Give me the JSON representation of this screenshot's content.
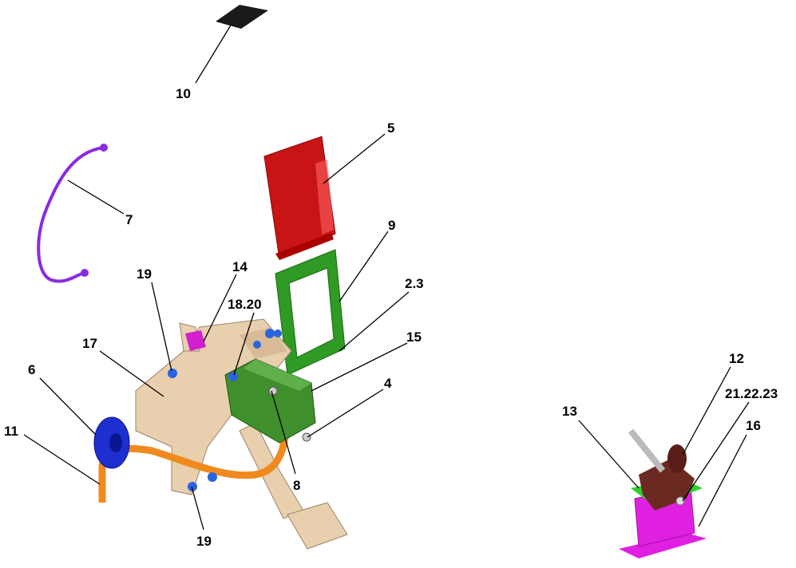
{
  "labels": {
    "l10": "10",
    "l5": "5",
    "l7": "7",
    "l9": "9",
    "l14": "14",
    "l19a": "19",
    "l18_20": "18.20",
    "l2_3": "2.3",
    "l17": "17",
    "l15": "15",
    "l6": "6",
    "l4": "4",
    "l11": "11",
    "l8": "8",
    "l19b": "19",
    "l12": "12",
    "l13": "13",
    "l21_22_23": "21.22.23",
    "l16": "16"
  },
  "colors": {
    "cover": "#c81414",
    "gasket": "#2f9a24",
    "cable": "#8a2be2",
    "bracket": "#e8cfae",
    "valve": "#3f8f2c",
    "wheel": "#1e2fd0",
    "pipe": "#f08a1e",
    "bolt": "#2a64e0",
    "magenta": "#e020e0",
    "brown": "#6a2a22",
    "plate": "#1a1a1a"
  }
}
